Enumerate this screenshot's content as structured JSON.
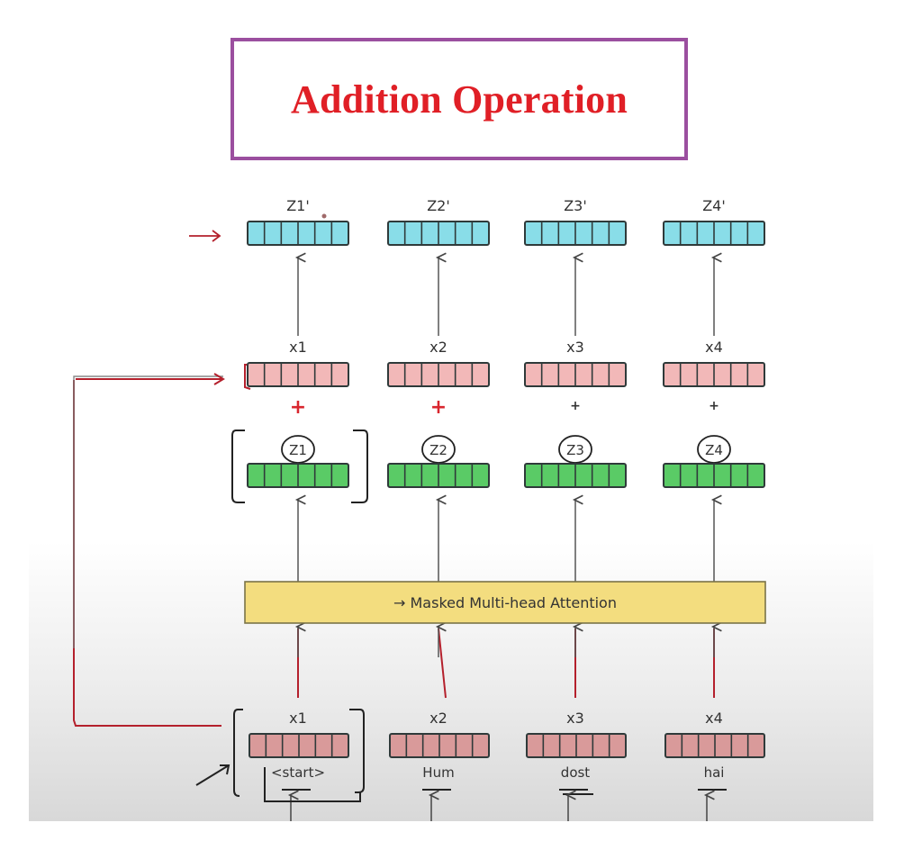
{
  "title": "Addition Operation",
  "colors": {
    "title_text": "#e01f26",
    "title_border": "#9b4f9f",
    "output_vector": "#89dde8",
    "input_vector": "#f2b8b8",
    "bottom_input_vector": "#d99a9a",
    "attention_vector": "#5acb66",
    "attention_block": "#f3dd7f",
    "annotation_red": "#b4202c",
    "stroke": "#2f3a3a"
  },
  "vector_cells": 6,
  "columns": [
    {
      "output_label": "Z1'",
      "residual_label": "x1",
      "plus_label": "+",
      "attention_label": "Z1",
      "input_label": "x1",
      "token": "<start>"
    },
    {
      "output_label": "Z2'",
      "residual_label": "x2",
      "plus_label": "+",
      "attention_label": "Z2",
      "input_label": "x2",
      "token": "Hum"
    },
    {
      "output_label": "Z3'",
      "residual_label": "x3",
      "plus_label": "+",
      "attention_label": "Z3",
      "input_label": "x3",
      "token": "dost"
    },
    {
      "output_label": "Z4'",
      "residual_label": "x4",
      "plus_label": "+",
      "attention_label": "Z4",
      "input_label": "x4",
      "token": "hai"
    }
  ],
  "attention_block": {
    "arrow_glyph": "→",
    "label": "Masked Multi-head Attention"
  },
  "annotations": {
    "output_pointer_glyph": "→",
    "skip_connection": "residual connection from input x1 to added x1"
  }
}
